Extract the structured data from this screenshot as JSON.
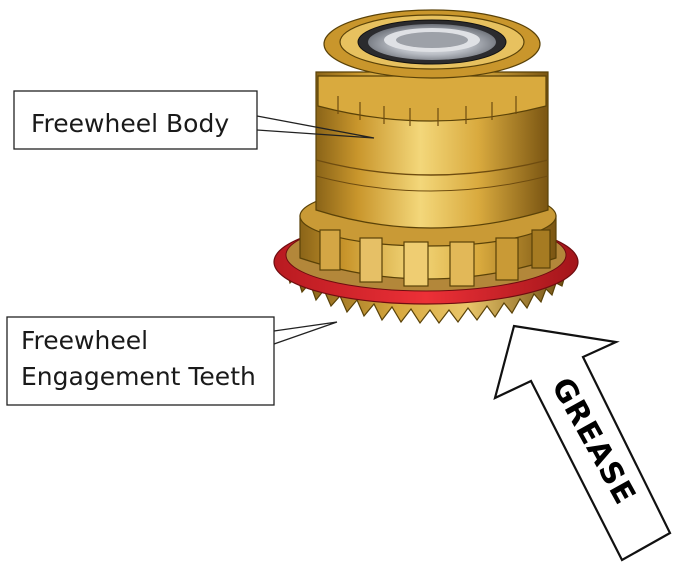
{
  "labels": {
    "freewheel_body": "Freewheel Body",
    "engagement_teeth_line1": "Freewheel",
    "engagement_teeth_line2": "Engagement Teeth"
  },
  "arrow": {
    "text": "GREASE"
  },
  "colors": {
    "gold_light": "#f0cf6a",
    "gold_mid": "#c9962c",
    "gold_dark": "#8a6418",
    "seal_red": "#e0252b",
    "bearing_steel": "#c9ccd2"
  }
}
